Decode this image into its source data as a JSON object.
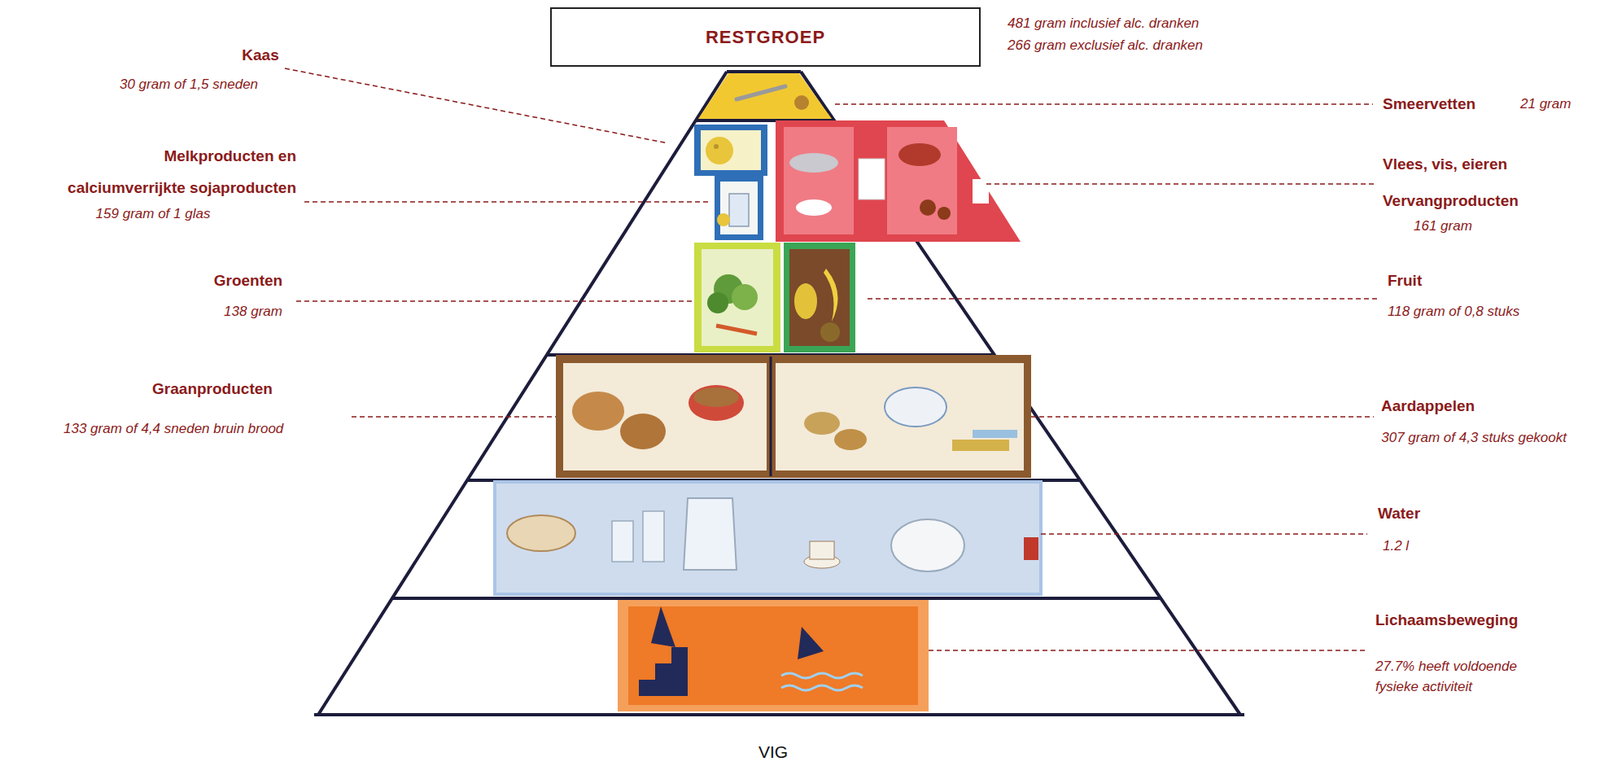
{
  "diagram": {
    "caption": "VIG",
    "nodes": [
      {
        "text": [
          "RESTGROEP"
        ]
      }
    ],
    "labels": [
      "481 gram inclusief alc. dranken",
      "266 gram exclusief alc. dranken",
      "Kaas",
      "30 gram of 1,5 sneden",
      "Smeervetten",
      "21 gram",
      "Melkproducten en calciumverrijkte sojaproducten",
      "159 gram of 1 glas",
      "Vlees, vis, eieren Vervangproducten",
      "161 gram",
      "Groenten",
      "138 gram",
      "Fruit",
      "118 gram of 0,8 stuks",
      "Graanproducten",
      "133 gram of 4,4 sneden bruin brood",
      "Aardappelen",
      "307 gram of 4,3 stuks gekookt",
      "Water",
      "1.2 l",
      "Lichaamsbeweging",
      "27.7% heeft voldoende fysieke activiteit"
    ]
  }
}
